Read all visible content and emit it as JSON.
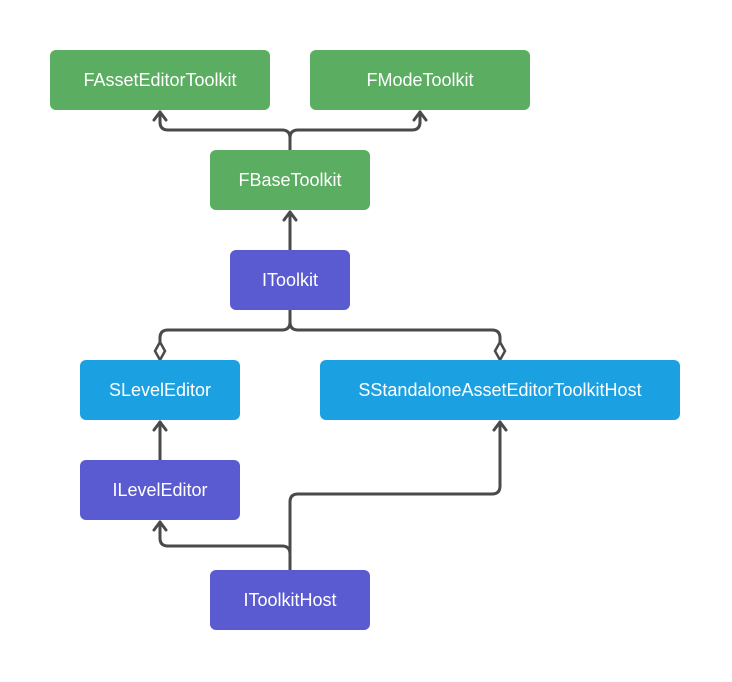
{
  "colors": {
    "green": "#5bad62",
    "purple": "#5b5bd1",
    "blue": "#1ba1e2",
    "edge": "#4a4a4a",
    "text": "#ffffff"
  },
  "nodes": {
    "fasseteditortoolkit": {
      "label": "FAssetEditorToolkit",
      "color": "green"
    },
    "fmodetoolkit": {
      "label": "FModeToolkit",
      "color": "green"
    },
    "fbasetoolkit": {
      "label": "FBaseToolkit",
      "color": "green"
    },
    "itoolkit": {
      "label": "IToolkit",
      "color": "purple"
    },
    "sleveleditor": {
      "label": "SLevelEditor",
      "color": "blue"
    },
    "sstandaloneasseteditortoolkithost": {
      "label": "SStandaloneAssetEditorToolkitHost",
      "color": "blue"
    },
    "ileveleditor": {
      "label": "ILevelEditor",
      "color": "purple"
    },
    "itoolkithost": {
      "label": "IToolkitHost",
      "color": "purple"
    }
  },
  "edges": [
    {
      "from": "fbasetoolkit",
      "to": "fasseteditortoolkit",
      "type": "inheritance"
    },
    {
      "from": "fbasetoolkit",
      "to": "fmodetoolkit",
      "type": "inheritance"
    },
    {
      "from": "itoolkit",
      "to": "fbasetoolkit",
      "type": "inheritance"
    },
    {
      "from": "itoolkit",
      "to": "sleveleditor",
      "type": "aggregation"
    },
    {
      "from": "itoolkit",
      "to": "sstandaloneasseteditortoolkithost",
      "type": "aggregation"
    },
    {
      "from": "ileveleditor",
      "to": "sleveleditor",
      "type": "inheritance"
    },
    {
      "from": "itoolkithost",
      "to": "ileveleditor",
      "type": "inheritance"
    },
    {
      "from": "itoolkithost",
      "to": "sstandaloneasseteditortoolkithost",
      "type": "inheritance"
    }
  ]
}
